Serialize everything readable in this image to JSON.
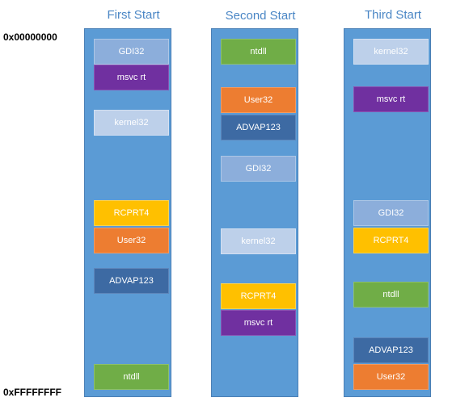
{
  "address_top": "0x00000000",
  "address_bottom": "0xFFFFFFFF",
  "columns": [
    {
      "title": "First Start",
      "blocks": [
        {
          "label": "GDI32"
        },
        {
          "label": "msvc rt"
        },
        {
          "label": "kernel32"
        },
        {
          "label": "RCPRT4"
        },
        {
          "label": "User32"
        },
        {
          "label": "ADVAP123"
        },
        {
          "label": "ntdll"
        }
      ]
    },
    {
      "title": "Second Start",
      "blocks": [
        {
          "label": "ntdll"
        },
        {
          "label": "User32"
        },
        {
          "label": "ADVAP123"
        },
        {
          "label": "GDI32"
        },
        {
          "label": "kernel32"
        },
        {
          "label": "RCPRT4"
        },
        {
          "label": "msvc rt"
        }
      ]
    },
    {
      "title": "Third Start",
      "blocks": [
        {
          "label": "kernel32"
        },
        {
          "label": "msvc rt"
        },
        {
          "label": "GDI32"
        },
        {
          "label": "RCPRT4"
        },
        {
          "label": "ntdll"
        },
        {
          "label": "ADVAP123"
        },
        {
          "label": "User32"
        }
      ]
    }
  ],
  "colors": {
    "title": "#4a86c5",
    "column": "#5b9bd5",
    "GDI32": "#8caedb",
    "msvc rt": "#7030a0",
    "kernel32": "#bdd0ea",
    "RCPRT4": "#ffc000",
    "User32": "#ed7d31",
    "ADVAP123": "#3d6aa3",
    "ntdll": "#70ad47"
  }
}
